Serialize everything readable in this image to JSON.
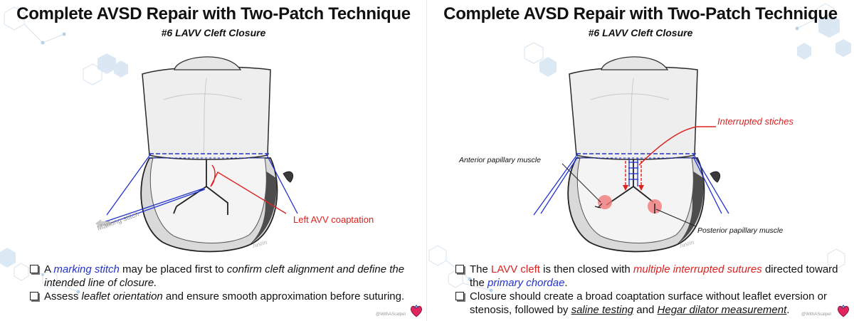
{
  "left": {
    "title": "Complete AVSD Repair with Two-Patch Technique",
    "subtitle": "#6 LAVV Cleft Closure",
    "labels": {
      "marking_stitch": "Marking stitch",
      "left_avv": "Left AVV coaptation",
      "signature": "Justin"
    },
    "bullets": [
      {
        "p1": "A ",
        "hl1": "marking stitch",
        "p2": " may be placed first to ",
        "it1": "confirm cleft alignment and define the intended line of closure."
      },
      {
        "p1": "Assess ",
        "it1": "leaflet orientation",
        "p2": " and ensure smooth approximation before suturing."
      }
    ],
    "credit": "@WithAScalpel"
  },
  "right": {
    "title": "Complete AVSD Repair with Two-Patch Technique",
    "subtitle": "#6 LAVV Cleft Closure",
    "labels": {
      "interrupted": "Interrupted stiches",
      "anterior": "Anterior papillary muscle",
      "posterior": "Posterior papillary muscle",
      "signature": "Justin"
    },
    "bullets": [
      {
        "p1": "The ",
        "red1": "LAVV cleft",
        "p2": " is then closed with ",
        "red2": "multiple interrupted sutures",
        "p3": " directed toward the ",
        "blue1": "primary chordae",
        "p4": "."
      },
      {
        "p1": "Closure should create a broad coaptation surface without leaflet eversion or stenosis, followed by ",
        "u1": "saline testing",
        "p2": " and ",
        "u2": "Hegar dilator measurement",
        "p3": "."
      }
    ],
    "credit": "@WithAScalpel"
  },
  "colors": {
    "accent_blue": "#2233cc",
    "accent_red": "#dd2222",
    "hexagon_blue": "#bcd6ec",
    "heart_red": "#e0245e"
  },
  "icons": [
    "checkbox-icon",
    "heart-logo-icon",
    "hexagon-decoration",
    "arrow-icon"
  ]
}
